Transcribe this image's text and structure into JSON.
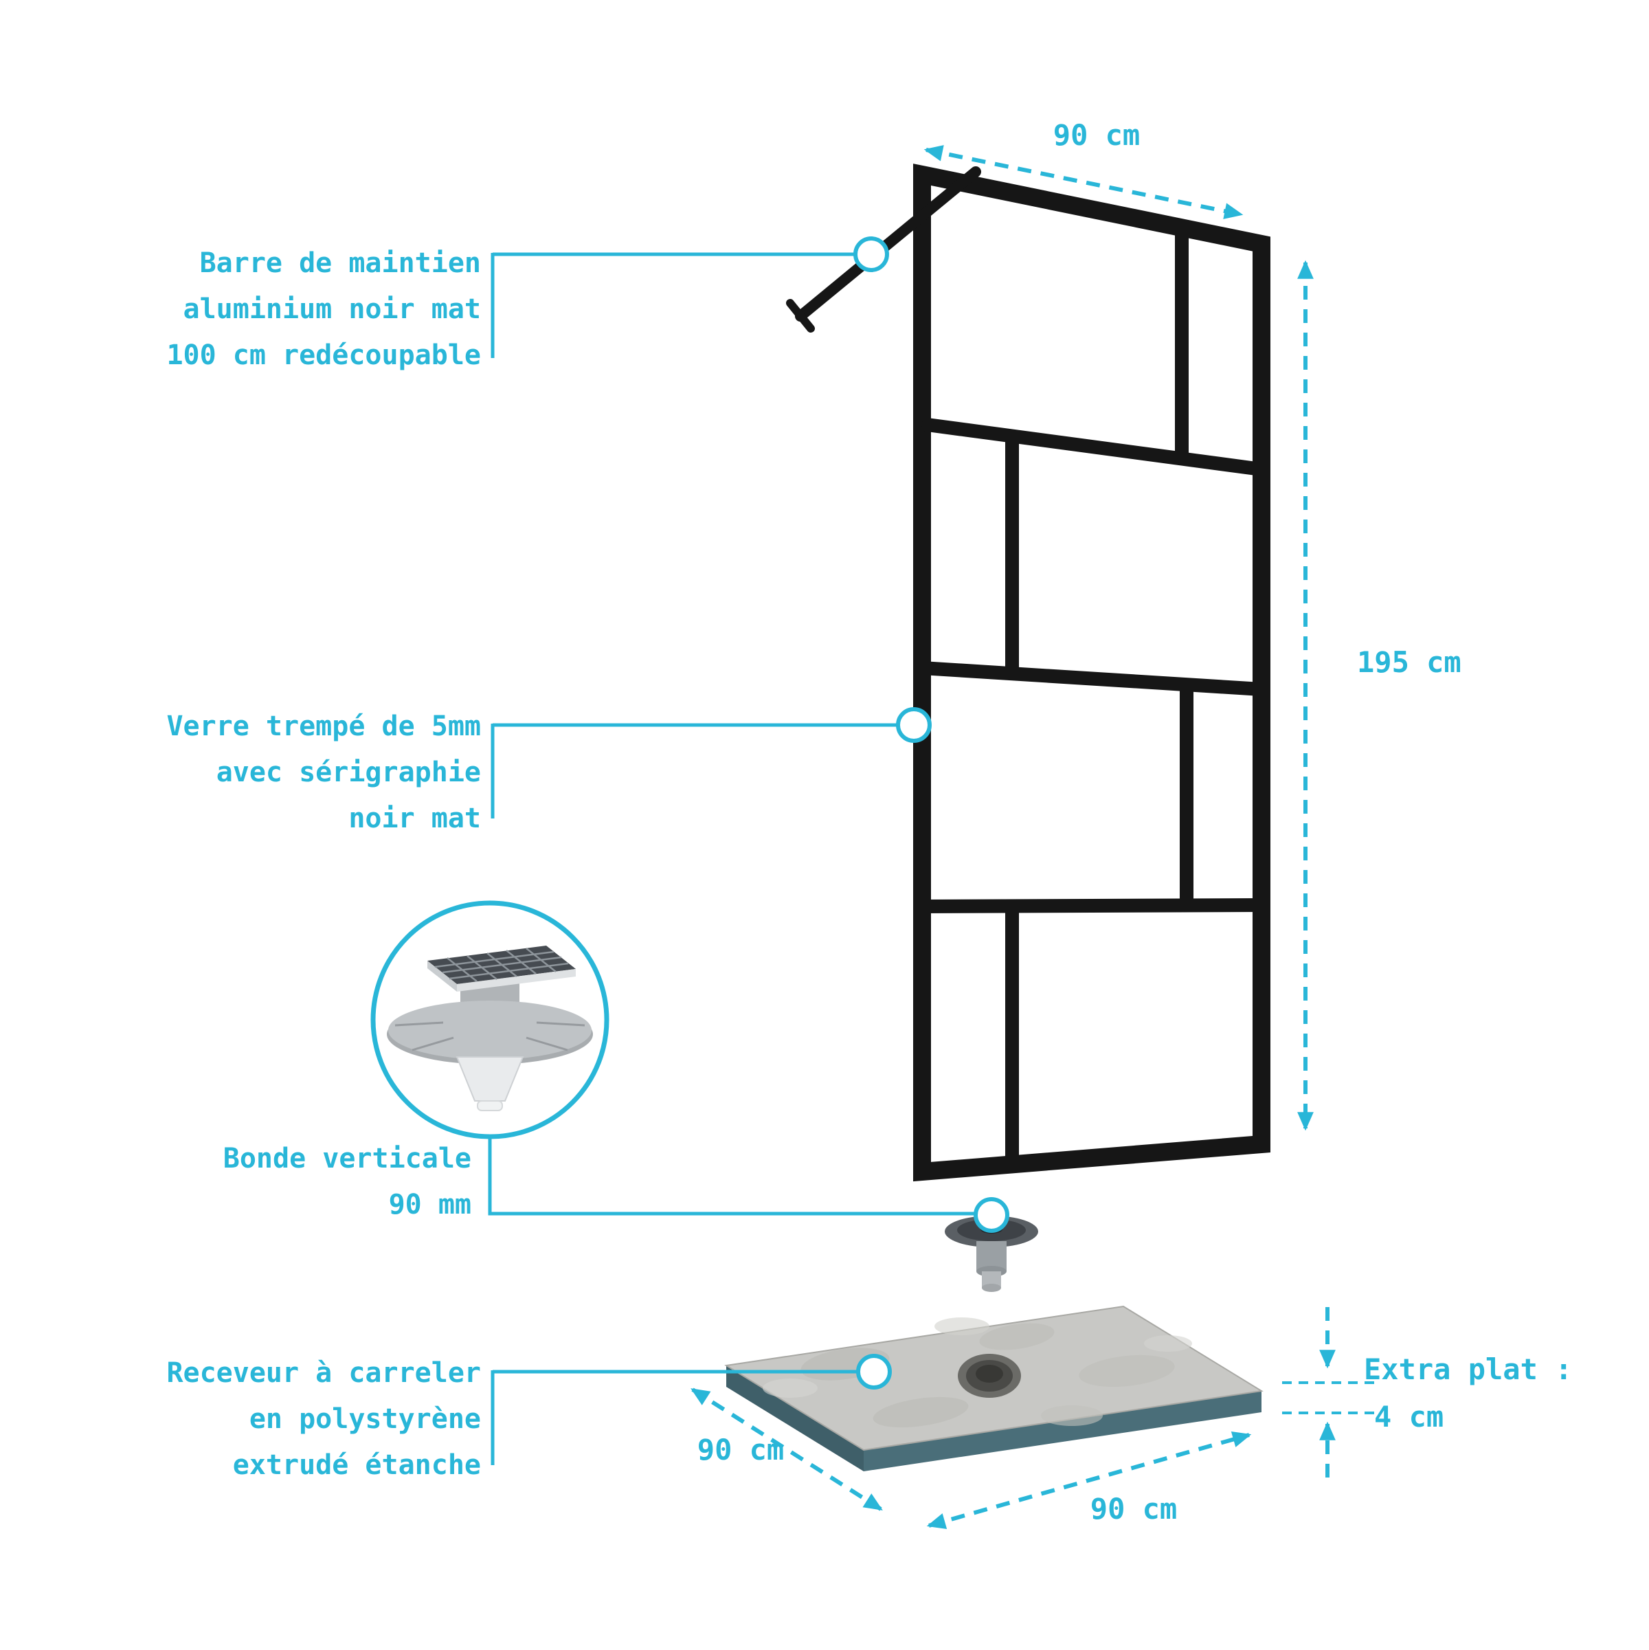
{
  "colors": {
    "accent": "#29b6d8",
    "frame": "#161616",
    "tray_top": "#c8c8c5",
    "tray_side": "#4a6e79"
  },
  "annotations": {
    "bar": {
      "lines": [
        "Barre de maintien",
        "aluminium noir mat",
        "100 cm redécoupable"
      ]
    },
    "glass": {
      "lines": [
        "Verre trempé de 5mm",
        "avec sérigraphie",
        "noir mat"
      ]
    },
    "drain": {
      "lines": [
        "Bonde verticale",
        "90 mm"
      ]
    },
    "tray": {
      "lines": [
        "Receveur à carreler",
        "en polystyrène",
        "extrudé étanche"
      ]
    }
  },
  "dimensions": {
    "panel_width": "90 cm",
    "panel_height": "195 cm",
    "tray_depth": "90 cm",
    "tray_width": "90 cm",
    "thickness_label": "Extra plat :",
    "thickness_value": "4 cm"
  }
}
